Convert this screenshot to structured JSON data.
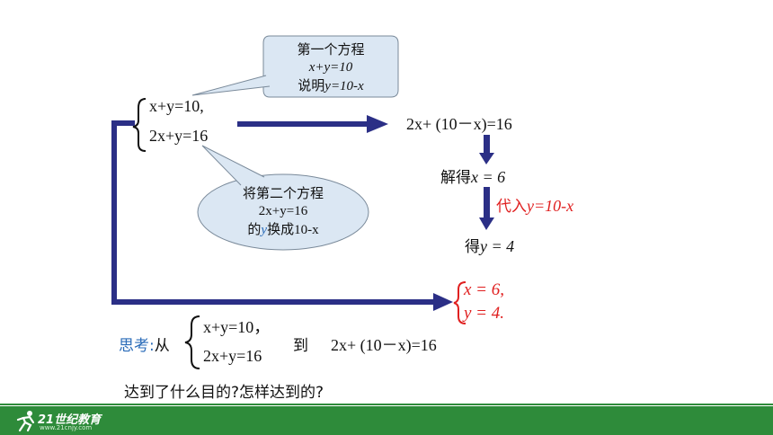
{
  "callout_top": {
    "line1": "第一个方程",
    "line2": "x+y=10",
    "line3_prefix": "说明",
    "line3_eq": "y=10-x"
  },
  "system_main": {
    "eq1": "x+y=10,",
    "eq2": "2x+y=16"
  },
  "callout_bottom": {
    "line1": "将第二个方程",
    "line2": "2x+y=16",
    "line3_a": "的",
    "line3_b": "y",
    "line3_c": "换成",
    "line3_d": "10-x"
  },
  "steps": {
    "substituted": "2x+ (10－x)=16",
    "solve_label": "解得",
    "solve_eq": "x = 6",
    "plug_label": "代入",
    "plug_eq": "y=10-x",
    "get_label": "得",
    "get_eq": "y = 4"
  },
  "solution": {
    "line1": "x = 6,",
    "line2": "y = 4."
  },
  "think": {
    "label": "思考:",
    "from": "从",
    "eq1": "x+y=10，",
    "eq2": "2x+y=16",
    "to": "到",
    "target": "2x+ (10－x)=16",
    "question": "达到了什么目的?怎样达到的?"
  },
  "footer": {
    "brand": "21世纪教育",
    "url": "www.21cnjy.com"
  },
  "colors": {
    "arrow": "#2b2f86",
    "callout_fill": "#dbe7f3",
    "callout_stroke": "#7a8a9a",
    "red": "#e02020",
    "blue": "#2a6bb8",
    "footer": "#2e8b3a"
  }
}
